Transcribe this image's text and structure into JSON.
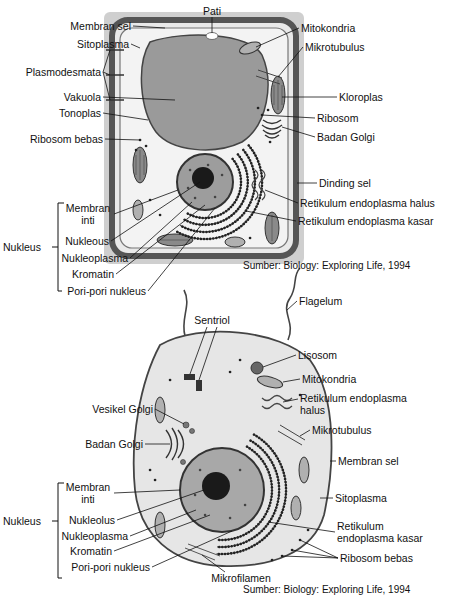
{
  "diagram": {
    "labels": [
      "Pati",
      "Membran sel",
      "Sitoplasma",
      "Plasmodesmata",
      "Vakuola",
      "Tonoplas",
      "Ribosom bebas",
      "Membran inti",
      "Nukleous",
      "Nukleoplasma",
      "Kromatin",
      "Pori-pori nukleus",
      "Nukleus",
      "Mitokondria",
      "Mikrotubulus",
      "Kloroplas",
      "Ribosom",
      "Badan Golgi",
      "Dinding sel",
      "Retikulum endoplasma halus",
      "Retikulum endoplasma kasar",
      "Sumber: Biology: Exploring Life, 1994",
      "Flagelum",
      "Sentriol",
      "Lisosom",
      "Mitokondria",
      "Retikulum endoplasma halus",
      "Mikrotubulus",
      "Vesikel Golgi",
      "Badan Golgi",
      "Membran sel",
      "Membran inti",
      "Nukleolus",
      "Nukleoplasma",
      "Kromatin",
      "Pori-pori nukleus",
      "Nukleus",
      "Sitoplasma",
      "Retikulum endoplasma kasar",
      "Ribosom bebas",
      "Mikrofilamen",
      "Sumber: Biology: Exploring Life, 1994"
    ]
  }
}
